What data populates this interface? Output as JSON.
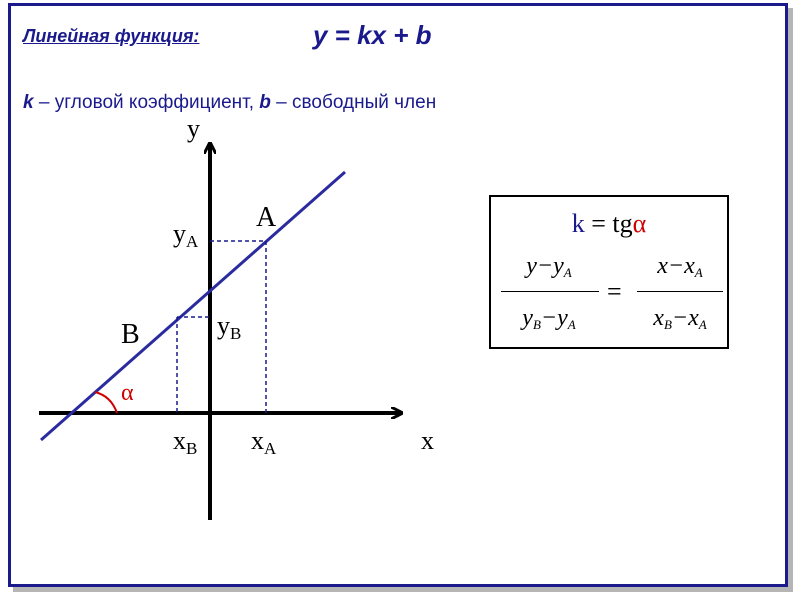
{
  "heading": {
    "label": "Линейная функция:",
    "formula": "y = kx + b"
  },
  "subtitle": {
    "k_symbol": "k",
    "k_text": " – угловой коэффициент, ",
    "b_symbol": "b",
    "b_text": " – свободный член"
  },
  "graph": {
    "x_axis_label": "x",
    "y_axis_label": "y",
    "point_a": "A",
    "point_b": "B",
    "ya_main": "y",
    "ya_sub": "A",
    "yb_main": "y",
    "yb_sub": "B",
    "xa_main": "x",
    "xa_sub": "A",
    "xb_main": "x",
    "xb_sub": "B",
    "alpha": "α"
  },
  "formula_box": {
    "k_symbol": "k",
    "k_eq": " = tg",
    "alpha": "α",
    "left_num_a": "y",
    "left_num_op": "−",
    "left_num_b": "y",
    "left_num_b_sub": "A",
    "left_den_a": "y",
    "left_den_a_sub": "B",
    "left_den_op": "−",
    "left_den_b": "y",
    "left_den_b_sub": "A",
    "equals": "=",
    "right_num_a": "x",
    "right_num_op": "−",
    "right_num_b": "x",
    "right_num_b_sub": "A",
    "right_den_a": "x",
    "right_den_a_sub": "B",
    "right_den_op": "−",
    "right_den_b": "x",
    "right_den_b_sub": "A"
  },
  "colors": {
    "accent": "#1a1a8c",
    "alpha": "#d00000",
    "axis": "#000000"
  }
}
